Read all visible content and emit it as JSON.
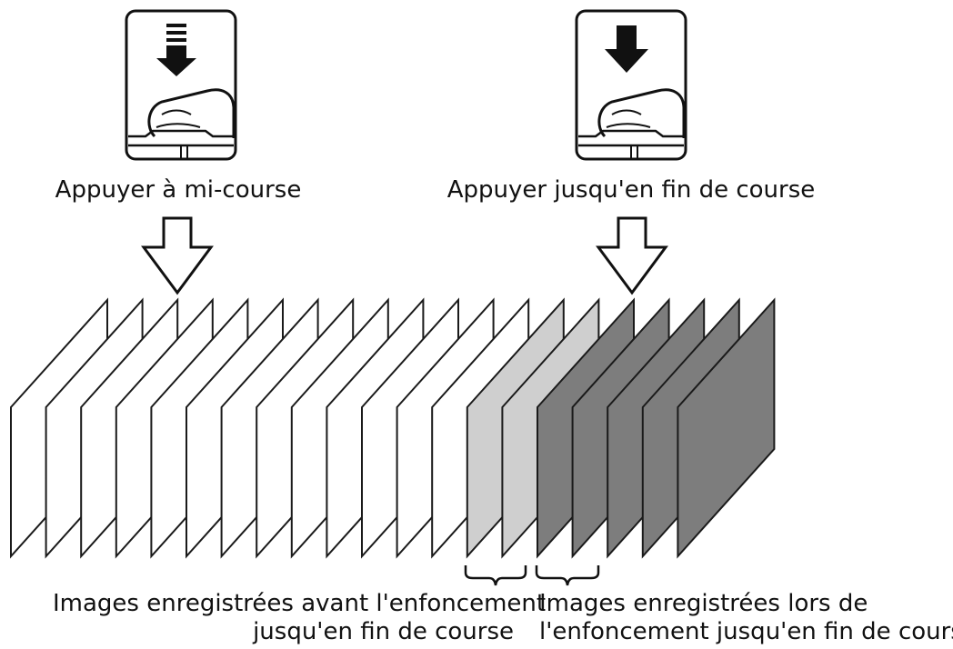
{
  "labels": {
    "half_press": "Appuyer à mi-course",
    "full_press": "Appuyer jusqu'en fin de course",
    "before_line1": "Images enregistrées avant l'enfoncement",
    "before_line2": "jusqu'en fin de course",
    "during_line1": "Images enregistrées lors de",
    "during_line2": "l'enfoncement jusqu'en fin de course"
  },
  "frames": {
    "total": 20,
    "white_count": 13,
    "light_gray_count": 2,
    "dark_gray_count": 5
  },
  "colors": {
    "white_frame": "#ffffff",
    "light_gray_frame": "#cfcfcf",
    "dark_gray_frame": "#7d7d7d",
    "stroke": "#1a1a1a"
  },
  "icons": {
    "half_press": "half-press-shutter-icon",
    "full_press": "full-press-shutter-icon"
  }
}
